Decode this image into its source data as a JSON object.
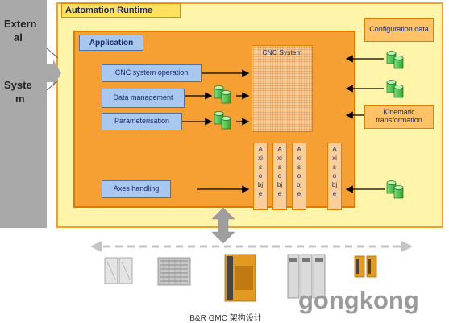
{
  "external_system": {
    "lines": [
      "Extern",
      "al",
      "Syste",
      "m"
    ]
  },
  "runtime": {
    "title": "Automation Runtime"
  },
  "application": {
    "title": "Application"
  },
  "cnc_system": {
    "title": "CNC System"
  },
  "functions": {
    "cnc_operation": "CNC system operation",
    "data_management": "Data management",
    "parameterisation": "Parameterisation",
    "axes_handling": "Axes handling"
  },
  "axis_objects": [
    {
      "label": "A\nxi\ns\no\nbj\ne"
    },
    {
      "label": "A\nxi\ns\no\nbj\ne"
    },
    {
      "label": "A\nxi\ns\no\nbj\ne"
    },
    {
      "label": "A\nxi\ns\no\nbj\ne"
    }
  ],
  "side_boxes": {
    "configuration": "Configuration data",
    "kinematic": "Kinematic transformation"
  },
  "caption": "B&R GMC 架构设计",
  "watermark": "gongkong",
  "colors": {
    "runtime_bg": "#fff5aa",
    "application_bg": "#f6a033",
    "function_box": "#a8c8f0",
    "database_icon": "#55cc55",
    "external_panel": "#a9a9a9"
  }
}
